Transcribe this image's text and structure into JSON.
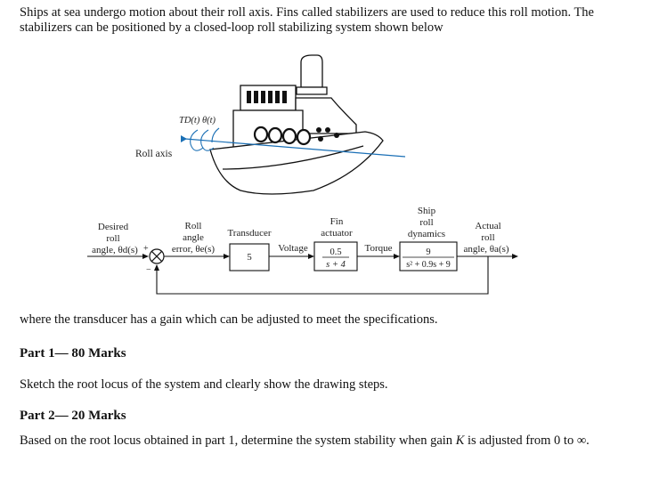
{
  "intro_text": "Ships at sea undergo motion about their roll axis. Fins called stabilizers are used to reduce this roll motion. The stabilizers can be positioned by a closed-loop roll stabilizing system shown below",
  "figure": {
    "ship_labels": {
      "disturbance": "TD(t)  θ(t)",
      "roll_axis": "Roll axis"
    },
    "block_diagram": {
      "input_label": [
        "Desired",
        "roll",
        "angle, θd(s)"
      ],
      "error_label": [
        "Roll",
        "angle",
        "error, θe(s)"
      ],
      "transducer": {
        "label": "Transducer",
        "gain": "5"
      },
      "voltage_label": "Voltage",
      "fin_actuator": {
        "label": [
          "Fin",
          "actuator"
        ],
        "numerator": "0.5",
        "denominator": "s + 4"
      },
      "torque_label": "Torque",
      "ship_dynamics": {
        "label": [
          "Ship",
          "roll",
          "dynamics"
        ],
        "numerator": "9",
        "denominator": "s² + 0.9s + 9"
      },
      "output_label": [
        "Actual",
        "roll",
        "angle, θa(s)"
      ],
      "plus_sign": "+",
      "minus_sign": "−"
    }
  },
  "transducer_sentence": "where the transducer has a gain which can be adjusted to meet the specifications.",
  "part1": {
    "heading": "Part 1— 80 Marks",
    "text": "Sketch the root locus of the system and clearly show the drawing steps."
  },
  "part2": {
    "heading": "Part 2— 20 Marks",
    "text_before": "Based on the root locus obtained in part 1, determine the system stability when gain ",
    "gain_symbol": "K",
    "text_after": " is adjusted from 0 to ∞."
  }
}
